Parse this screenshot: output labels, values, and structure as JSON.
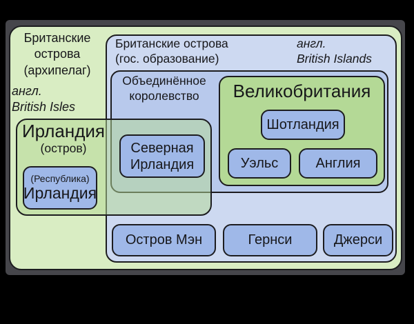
{
  "colors": {
    "background": "#000000",
    "frame_shadow": "#46464b",
    "british_isles_fill": "#d9edc3",
    "british_islands_fill": "#cdd9f1",
    "uk_fill": "#b8c9ec",
    "green_fill": "#b4d996",
    "ireland_overlay": "rgba(180,217,150,0.52)",
    "leaf_fill": "#9fb8e8",
    "border": "#1c1c1f",
    "ink": "#17171a"
  },
  "diagram": {
    "british_isles": {
      "title": "Британские\nострова\n(архипелаг)",
      "subtitle": "англ.\nBritish Isles"
    },
    "british_islands": {
      "title": "Британские острова\n(гос. образование)",
      "subtitle": "англ.\nBritish Islands"
    },
    "united_kingdom": {
      "title": "Объединённое\nкоролевство"
    },
    "great_britain": {
      "title": "Великобритания"
    },
    "scotland": {
      "label": "Шотландия"
    },
    "wales": {
      "label": "Уэльс"
    },
    "england": {
      "label": "Англия"
    },
    "northern_ireland": {
      "label": "Северная\nИрландия"
    },
    "ireland_island": {
      "title": "Ирландия",
      "subtitle": "(остров)"
    },
    "republic_of_ireland": {
      "line1": "(Республика)",
      "line2": "Ирландия"
    },
    "isle_of_man": {
      "label": "Остров Мэн"
    },
    "guernsey": {
      "label": "Гернси"
    },
    "jersey": {
      "label": "Джерси"
    }
  }
}
